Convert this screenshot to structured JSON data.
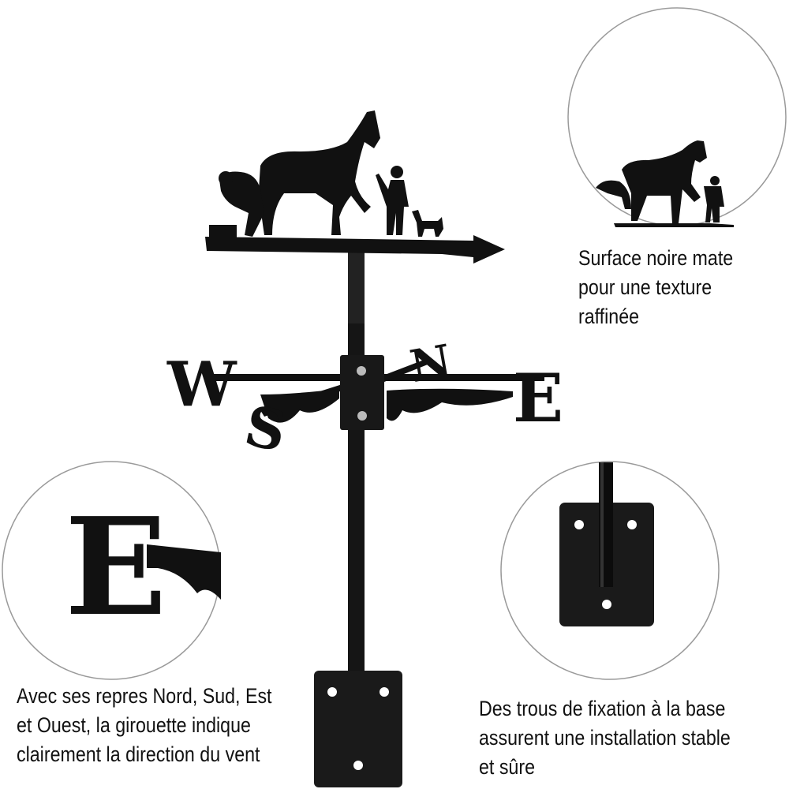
{
  "product": "weathervane-horse-farmer",
  "compass_letters": {
    "west": "W",
    "east": "E",
    "north": "N",
    "south": "S",
    "detail_east": "E"
  },
  "captions": {
    "finish": [
      "Surface noire mate",
      "pour une texture",
      "raffinée"
    ],
    "directions": [
      "Avec ses repres Nord, Sud, Est",
      "et Ouest, la girouette indique",
      "clairement la direction du vent"
    ],
    "mounting": [
      "Des trous de fixation à la base",
      "assurent une installation stable",
      "et sûre"
    ]
  },
  "colors": {
    "metal": "#111111",
    "circle_border": "#9a9a9a",
    "text": "#111111"
  }
}
